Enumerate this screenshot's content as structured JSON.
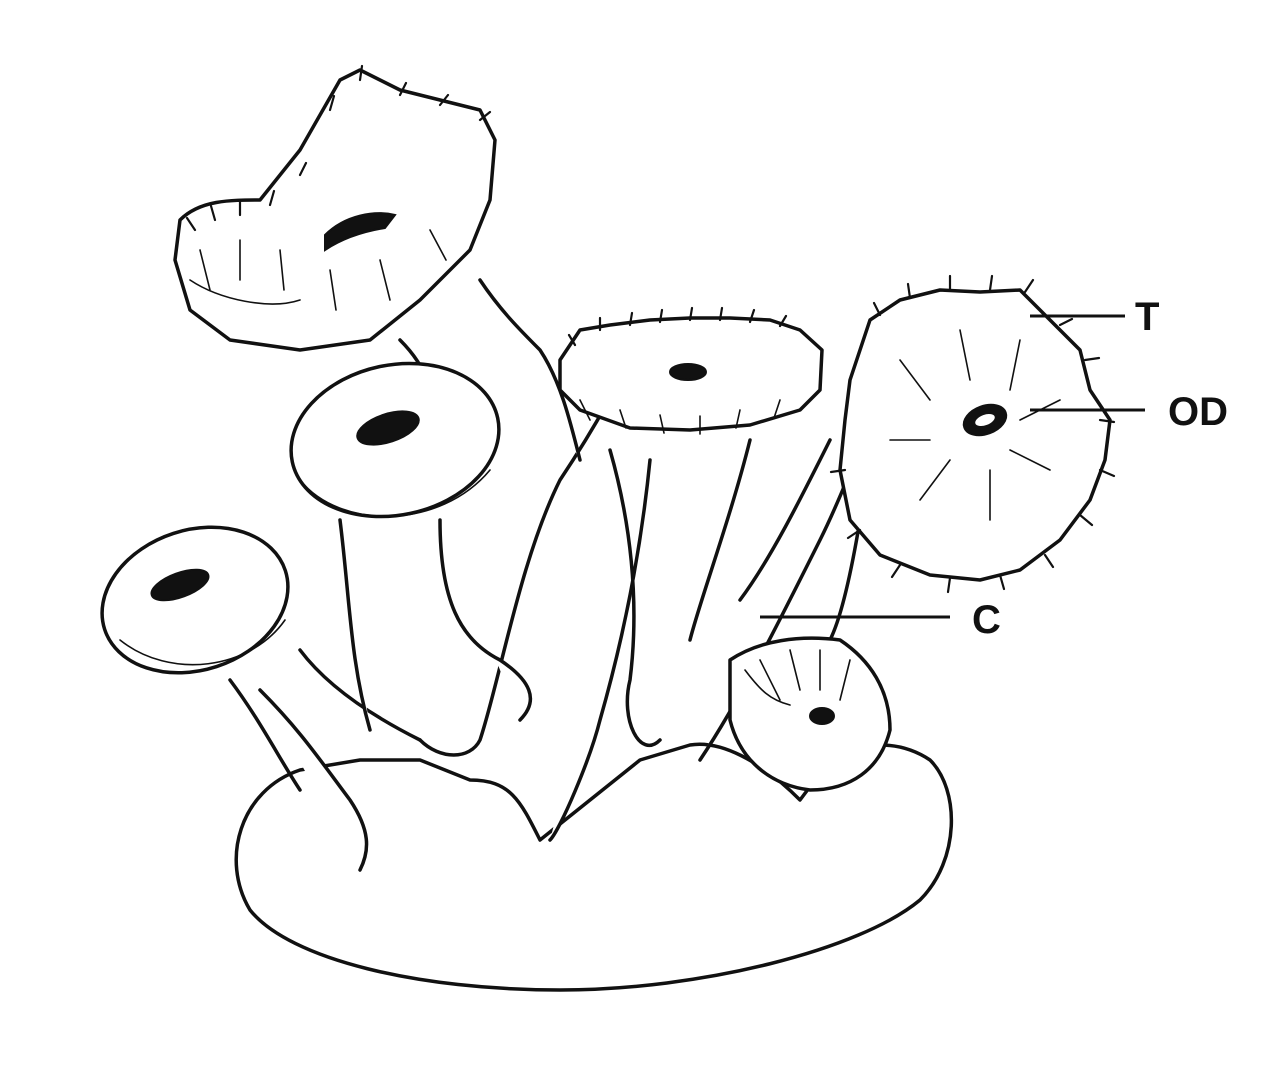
{
  "labels": {
    "tentacles": "T",
    "oral_disc": "OD",
    "coenenchyme": "C"
  }
}
